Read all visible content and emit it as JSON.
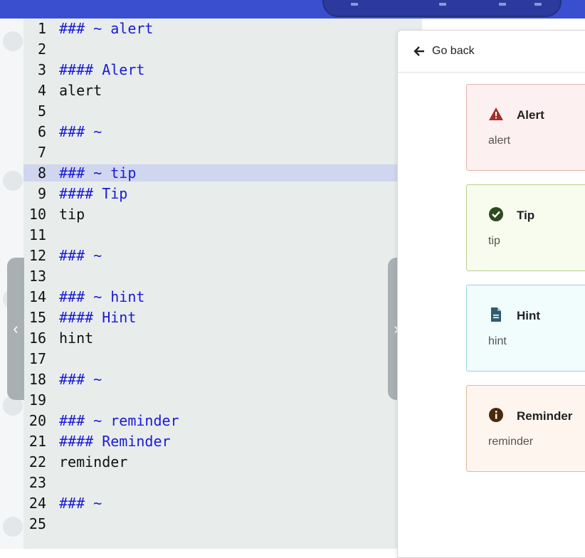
{
  "editor": {
    "lines": [
      {
        "n": "1",
        "text": "### ~ alert",
        "kind": "md"
      },
      {
        "n": "2",
        "text": "",
        "kind": "plain"
      },
      {
        "n": "3",
        "text": "#### Alert",
        "kind": "md"
      },
      {
        "n": "4",
        "text": "alert",
        "kind": "plain"
      },
      {
        "n": "5",
        "text": "",
        "kind": "plain"
      },
      {
        "n": "6",
        "text": "### ~",
        "kind": "md"
      },
      {
        "n": "7",
        "text": "",
        "kind": "plain"
      },
      {
        "n": "8",
        "text": "### ~ tip",
        "kind": "md"
      },
      {
        "n": "9",
        "text": "#### Tip",
        "kind": "md"
      },
      {
        "n": "10",
        "text": "tip",
        "kind": "plain"
      },
      {
        "n": "11",
        "text": "",
        "kind": "plain"
      },
      {
        "n": "12",
        "text": "### ~",
        "kind": "md"
      },
      {
        "n": "13",
        "text": "",
        "kind": "plain"
      },
      {
        "n": "14",
        "text": "### ~ hint",
        "kind": "md"
      },
      {
        "n": "15",
        "text": "#### Hint",
        "kind": "md"
      },
      {
        "n": "16",
        "text": "hint",
        "kind": "plain"
      },
      {
        "n": "17",
        "text": "",
        "kind": "plain"
      },
      {
        "n": "18",
        "text": "### ~",
        "kind": "md"
      },
      {
        "n": "19",
        "text": "",
        "kind": "plain"
      },
      {
        "n": "20",
        "text": "### ~ reminder",
        "kind": "md"
      },
      {
        "n": "21",
        "text": "#### Reminder",
        "kind": "md"
      },
      {
        "n": "22",
        "text": "reminder",
        "kind": "plain"
      },
      {
        "n": "23",
        "text": "",
        "kind": "plain"
      },
      {
        "n": "24",
        "text": "### ~",
        "kind": "md"
      },
      {
        "n": "25",
        "text": "",
        "kind": "plain"
      }
    ],
    "highlighted_line": "8"
  },
  "panel": {
    "back_label": "Go back",
    "cards": [
      {
        "type": "alert",
        "title": "Alert",
        "body": "alert",
        "icon": "warning-triangle-icon",
        "color": "#a32f2a"
      },
      {
        "type": "tip",
        "title": "Tip",
        "body": "tip",
        "icon": "check-circle-icon",
        "color": "#2e4a1f"
      },
      {
        "type": "hint",
        "title": "Hint",
        "body": "hint",
        "icon": "document-icon",
        "color": "#2f5d6e"
      },
      {
        "type": "reminder",
        "title": "Reminder",
        "body": "reminder",
        "icon": "info-circle-icon",
        "color": "#4a2a0d"
      }
    ]
  },
  "colors": {
    "topbar": "#3a4fd0",
    "editor_bg": "#e8edec",
    "markdown_text": "#1a1ad6",
    "line_highlight": "#d0d6ef"
  }
}
